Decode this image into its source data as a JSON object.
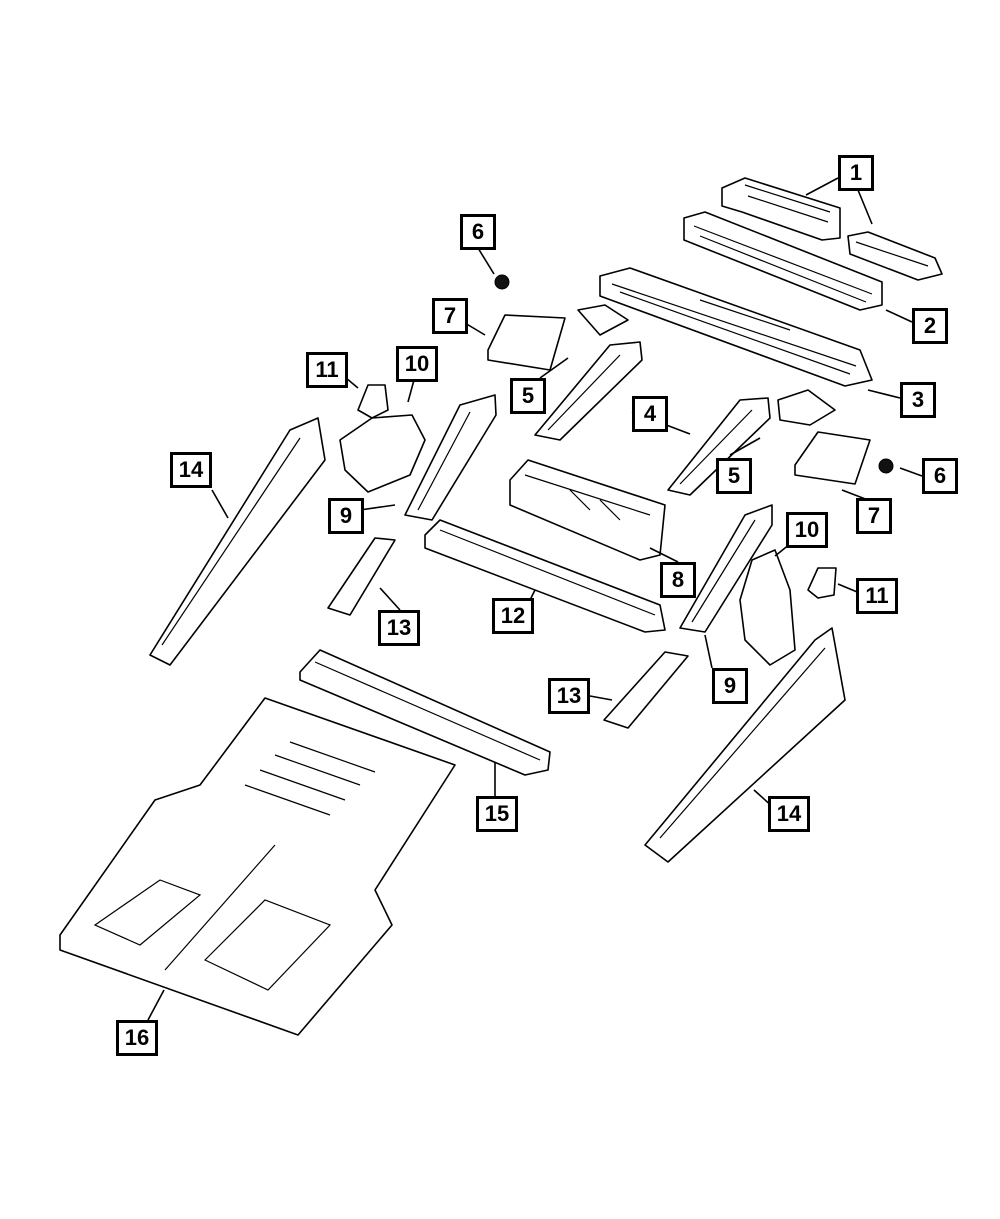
{
  "diagram": {
    "callouts": [
      {
        "id": "c1",
        "label": "1"
      },
      {
        "id": "c2",
        "label": "2"
      },
      {
        "id": "c3",
        "label": "3"
      },
      {
        "id": "c4",
        "label": "4"
      },
      {
        "id": "c5a",
        "label": "5"
      },
      {
        "id": "c5b",
        "label": "5"
      },
      {
        "id": "c6a",
        "label": "6"
      },
      {
        "id": "c6b",
        "label": "6"
      },
      {
        "id": "c7a",
        "label": "7"
      },
      {
        "id": "c7b",
        "label": "7"
      },
      {
        "id": "c8",
        "label": "8"
      },
      {
        "id": "c9a",
        "label": "9"
      },
      {
        "id": "c9b",
        "label": "9"
      },
      {
        "id": "c10a",
        "label": "10"
      },
      {
        "id": "c10b",
        "label": "10"
      },
      {
        "id": "c11a",
        "label": "11"
      },
      {
        "id": "c11b",
        "label": "11"
      },
      {
        "id": "c12",
        "label": "12"
      },
      {
        "id": "c13a",
        "label": "13"
      },
      {
        "id": "c13b",
        "label": "13"
      },
      {
        "id": "c14a",
        "label": "14"
      },
      {
        "id": "c14b",
        "label": "14"
      },
      {
        "id": "c15",
        "label": "15"
      },
      {
        "id": "c16",
        "label": "16"
      }
    ]
  }
}
